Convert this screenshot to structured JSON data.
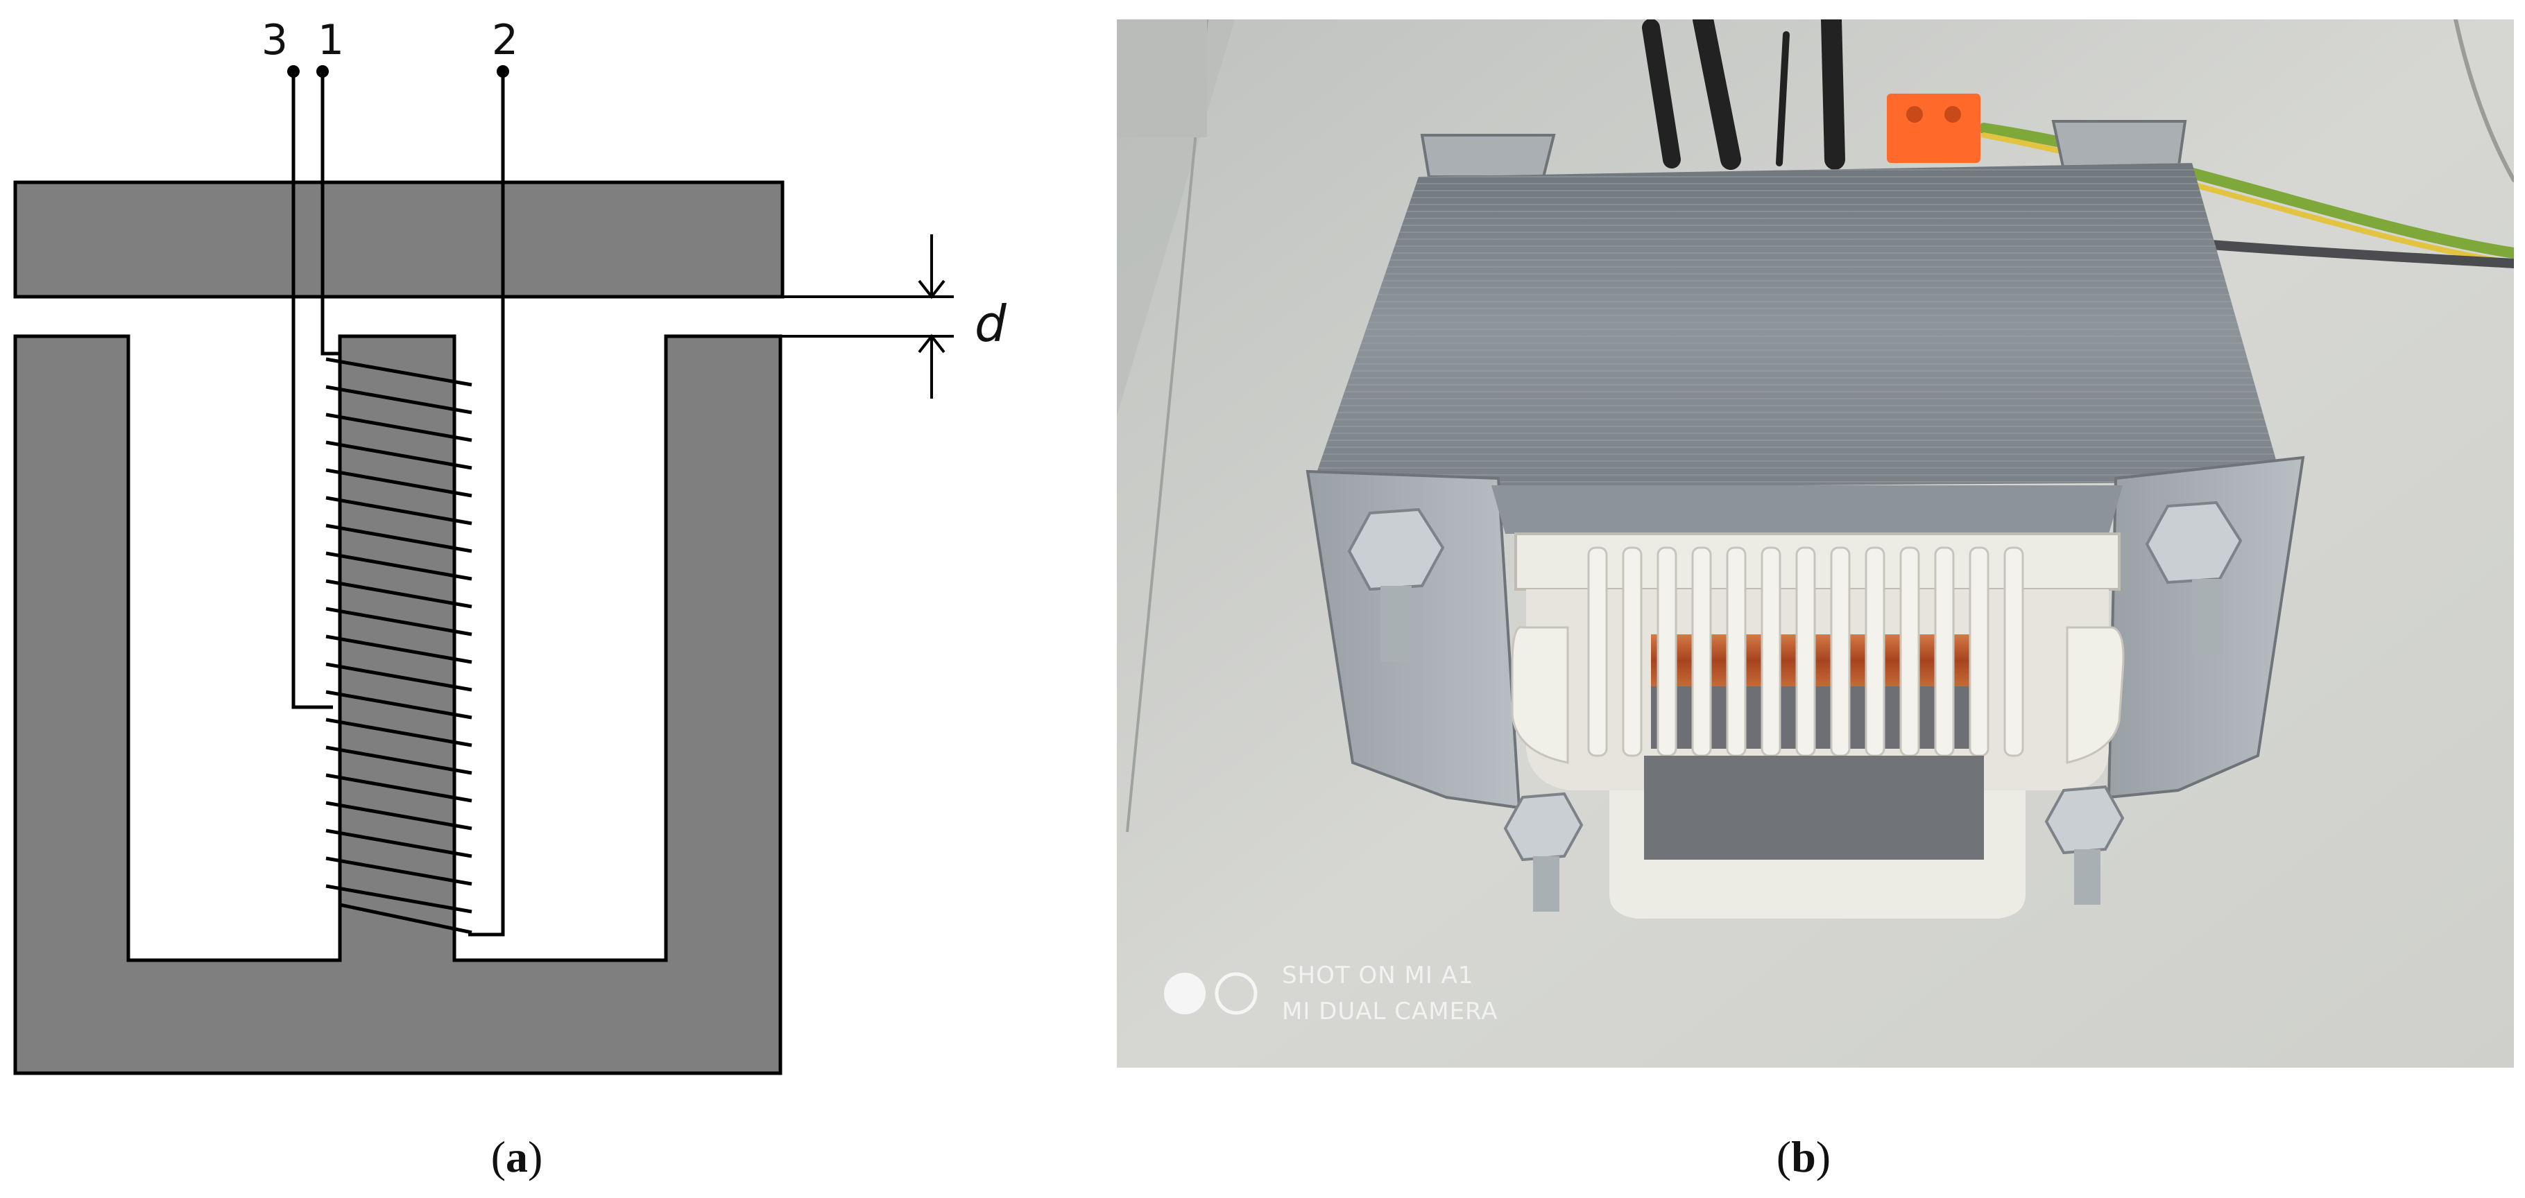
{
  "diagram": {
    "terminals": [
      "3",
      "1",
      "2"
    ],
    "gap_label": "d",
    "caption": {
      "open": "(",
      "letter": "a",
      "close": ")"
    }
  },
  "photo": {
    "watermark_line1": "SHOT ON MI A1",
    "watermark_line2": "MI DUAL CAMERA",
    "caption": {
      "open": "(",
      "letter": "b",
      "close": ")"
    }
  },
  "colors": {
    "core_fill": "#7f7f7f",
    "outline": "#000000",
    "copper": "#b5562e",
    "bobbin": "#ecebe4",
    "table": "#cfd0cc",
    "metal": "#8a9196",
    "terminal_block": "#ff6a2a"
  }
}
